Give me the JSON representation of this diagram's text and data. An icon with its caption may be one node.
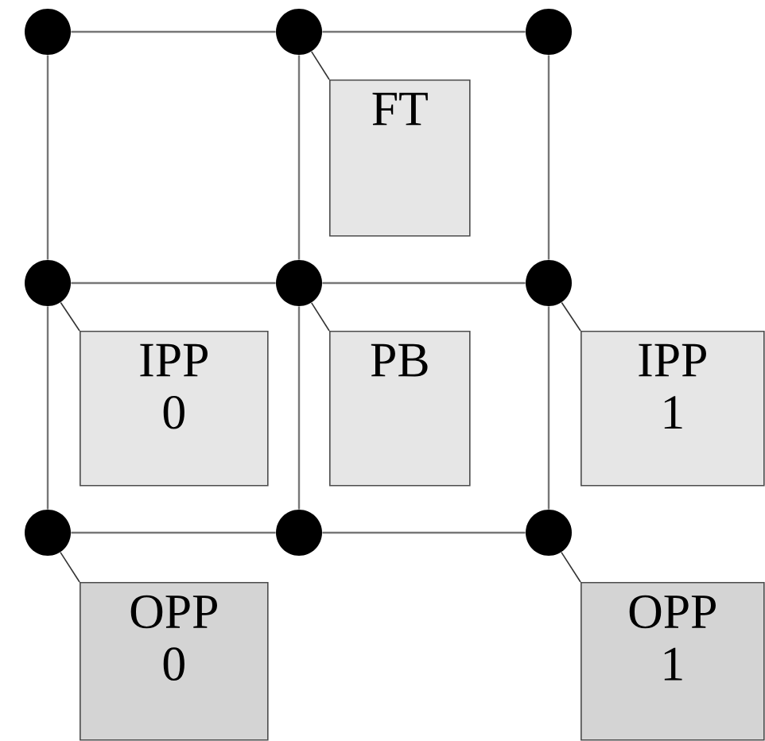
{
  "diagram": {
    "nodes": [
      {
        "text": [],
        "shape": "circle"
      },
      {
        "text": [],
        "shape": "circle"
      },
      {
        "text": [],
        "shape": "circle"
      },
      {
        "text": [],
        "shape": "circle"
      },
      {
        "text": [],
        "shape": "circle"
      },
      {
        "text": [],
        "shape": "circle"
      },
      {
        "text": [],
        "shape": "circle"
      },
      {
        "text": [],
        "shape": "circle"
      },
      {
        "text": [],
        "shape": "circle"
      },
      {
        "text": [
          "FT"
        ]
      },
      {
        "text": [
          "IPP 0"
        ]
      },
      {
        "text": [
          "PB"
        ]
      },
      {
        "text": [
          "IPP 1"
        ]
      },
      {
        "text": [
          "OPP 0"
        ]
      },
      {
        "text": [
          "OPP 1"
        ]
      }
    ],
    "edges": [
      {
        "from": 0,
        "to": 1,
        "arrow": "none"
      },
      {
        "from": 1,
        "to": 2,
        "arrow": "none"
      },
      {
        "from": 3,
        "to": 4,
        "arrow": "none"
      },
      {
        "from": 4,
        "to": 5,
        "arrow": "none"
      },
      {
        "from": 6,
        "to": 7,
        "arrow": "none"
      },
      {
        "from": 7,
        "to": 8,
        "arrow": "none"
      },
      {
        "from": 0,
        "to": 3,
        "arrow": "none"
      },
      {
        "from": 3,
        "to": 6,
        "arrow": "none"
      },
      {
        "from": 1,
        "to": 4,
        "arrow": "none"
      },
      {
        "from": 4,
        "to": 7,
        "arrow": "none"
      },
      {
        "from": 2,
        "to": 5,
        "arrow": "none"
      },
      {
        "from": 5,
        "to": 8,
        "arrow": "none"
      },
      {
        "from": 1,
        "to": 9,
        "arrow": "none"
      },
      {
        "from": 3,
        "to": 10,
        "arrow": "none"
      },
      {
        "from": 4,
        "to": 11,
        "arrow": "none"
      },
      {
        "from": 5,
        "to": 12,
        "arrow": "none"
      },
      {
        "from": 6,
        "to": 13,
        "arrow": "none"
      },
      {
        "from": 8,
        "to": 14,
        "arrow": "none"
      }
    ]
  }
}
